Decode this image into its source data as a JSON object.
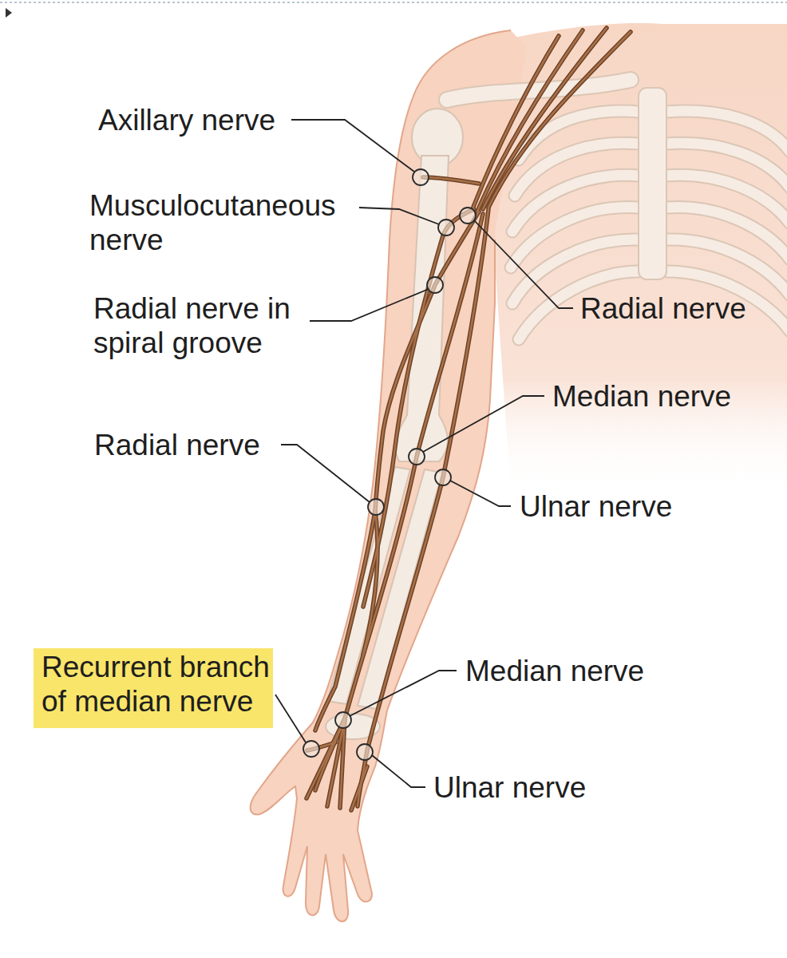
{
  "diagram": {
    "nodes": [
      {
        "text": [
          "Recurrent branch of median nerve"
        ]
      }
    ],
    "labels": [
      "Axillary nerve",
      "Musculocutaneous nerve",
      "Radial nerve in spiral groove",
      "Radial nerve",
      "Median nerve",
      "Radial nerve",
      "Ulnar nerve",
      "Median nerve",
      "Ulnar nerve"
    ]
  }
}
